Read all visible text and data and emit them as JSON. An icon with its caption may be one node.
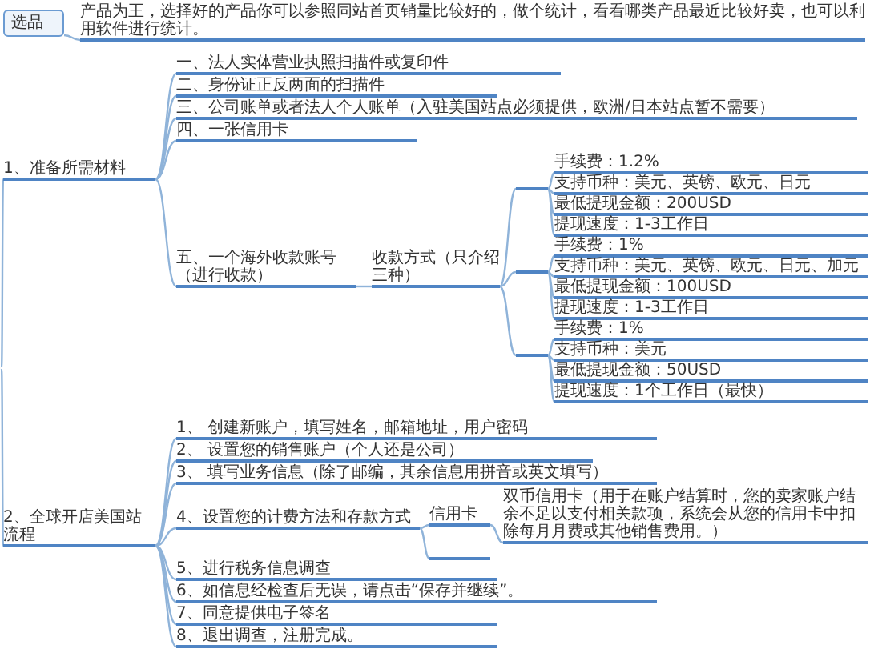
{
  "diagram": {
    "nodes": [
      {
        "text": [
          "选品"
        ]
      },
      {
        "text": [
          "产品为王，选择好的产品你可以参照同站首页销量比较好的，做个统计，看看哪类产品最近比较好卖，也可以利用软件进行统计。"
        ]
      },
      {
        "text": [
          "1、准备所需材料"
        ]
      },
      {
        "text": [
          "一、法人实体营业执照扫描件或复印件"
        ]
      },
      {
        "text": [
          "二、身份证正反两面的扫描件"
        ]
      },
      {
        "text": [
          "三、公司账单或者法人个人账单（入驻美国站点必须提供，欧洲/日本站点暂不需要）"
        ]
      },
      {
        "text": [
          "四、一张信用卡"
        ]
      },
      {
        "text": [
          "五、一个海外收款账号（进行收款）"
        ]
      },
      {
        "text": [
          "收款方式（只介绍三种）"
        ]
      },
      {
        "text": [],
        "shape": "bar"
      },
      {
        "text": [
          "手续费：1.2%"
        ]
      },
      {
        "text": [
          "支持币种：美元、英镑、欧元、日元"
        ]
      },
      {
        "text": [
          "最低提现金额：200USD"
        ]
      },
      {
        "text": [
          "提现速度：1-3工作日"
        ]
      },
      {
        "text": [],
        "shape": "bar"
      },
      {
        "text": [
          "手续费：1%"
        ]
      },
      {
        "text": [
          "支持币种：美元、英镑、欧元、日元、加元"
        ]
      },
      {
        "text": [
          "最低提现金额：100USD"
        ]
      },
      {
        "text": [
          "提现速度：1-3工作日"
        ]
      },
      {
        "text": [],
        "shape": "bar"
      },
      {
        "text": [
          "手续费：1%"
        ]
      },
      {
        "text": [
          "支持币种：美元"
        ]
      },
      {
        "text": [
          "最低提现金额：50USD"
        ]
      },
      {
        "text": [
          "提现速度：1个工作日（最快）"
        ]
      },
      {
        "text": [
          "2、全球开店美国站流程"
        ]
      },
      {
        "text": [
          "1、 创建新账户，填写姓名，邮箱地址，用户密码"
        ]
      },
      {
        "text": [
          "2、 设置您的销售账户（个人还是公司）"
        ]
      },
      {
        "text": [
          "3、 填写业务信息（除了邮编，其余信息用拼音或英文填写）"
        ]
      },
      {
        "text": [
          "4、设置您的计费方法和存款方式"
        ]
      },
      {
        "text": [
          "5、进行税务信息调查"
        ]
      },
      {
        "text": [
          "6、如信息经检查后无误，请点击“保存并继续”。"
        ]
      },
      {
        "text": [
          "7、同意提供电子签名"
        ]
      },
      {
        "text": [
          "8、退出调查，注册完成。"
        ]
      },
      {
        "text": [
          "信用卡"
        ]
      },
      {
        "text": [
          "双币信用卡（用于在账户结算时，您的卖家账户结余不足以支付相关款项，系统会从您的信用卡中扣除每月月费或其他销售费用。）"
        ]
      },
      {
        "text": [],
        "shape": "bar"
      }
    ],
    "edges": [
      {
        "from": 0,
        "to": 1,
        "arrow": "none"
      },
      {
        "from": null,
        "to": 2,
        "arrow": "none"
      },
      {
        "from": 2,
        "to": 3,
        "arrow": "none"
      },
      {
        "from": 2,
        "to": 4,
        "arrow": "none"
      },
      {
        "from": 2,
        "to": 5,
        "arrow": "none"
      },
      {
        "from": 2,
        "to": 6,
        "arrow": "none"
      },
      {
        "from": 2,
        "to": 7,
        "arrow": "none"
      },
      {
        "from": 7,
        "to": 8,
        "arrow": "none"
      },
      {
        "from": 8,
        "to": 9,
        "arrow": "none"
      },
      {
        "from": 8,
        "to": 14,
        "arrow": "none"
      },
      {
        "from": 8,
        "to": 19,
        "arrow": "none"
      },
      {
        "from": 9,
        "to": 10,
        "arrow": "none"
      },
      {
        "from": 9,
        "to": 11,
        "arrow": "none"
      },
      {
        "from": 9,
        "to": 12,
        "arrow": "none"
      },
      {
        "from": 9,
        "to": 13,
        "arrow": "none"
      },
      {
        "from": 14,
        "to": 15,
        "arrow": "none"
      },
      {
        "from": 14,
        "to": 16,
        "arrow": "none"
      },
      {
        "from": 14,
        "to": 17,
        "arrow": "none"
      },
      {
        "from": 14,
        "to": 18,
        "arrow": "none"
      },
      {
        "from": 19,
        "to": 20,
        "arrow": "none"
      },
      {
        "from": 19,
        "to": 21,
        "arrow": "none"
      },
      {
        "from": 19,
        "to": 22,
        "arrow": "none"
      },
      {
        "from": 19,
        "to": 23,
        "arrow": "none"
      },
      {
        "from": null,
        "to": 24,
        "arrow": "none"
      },
      {
        "from": 24,
        "to": 25,
        "arrow": "none"
      },
      {
        "from": 24,
        "to": 26,
        "arrow": "none"
      },
      {
        "from": 24,
        "to": 27,
        "arrow": "none"
      },
      {
        "from": 24,
        "to": 28,
        "arrow": "none"
      },
      {
        "from": 24,
        "to": 29,
        "arrow": "none"
      },
      {
        "from": 24,
        "to": 30,
        "arrow": "none"
      },
      {
        "from": 24,
        "to": 31,
        "arrow": "none"
      },
      {
        "from": 24,
        "to": 32,
        "arrow": "none"
      },
      {
        "from": 28,
        "to": 33,
        "arrow": "none"
      },
      {
        "from": 28,
        "to": 35,
        "arrow": "none"
      },
      {
        "from": 33,
        "to": 34,
        "arrow": "none"
      }
    ]
  }
}
